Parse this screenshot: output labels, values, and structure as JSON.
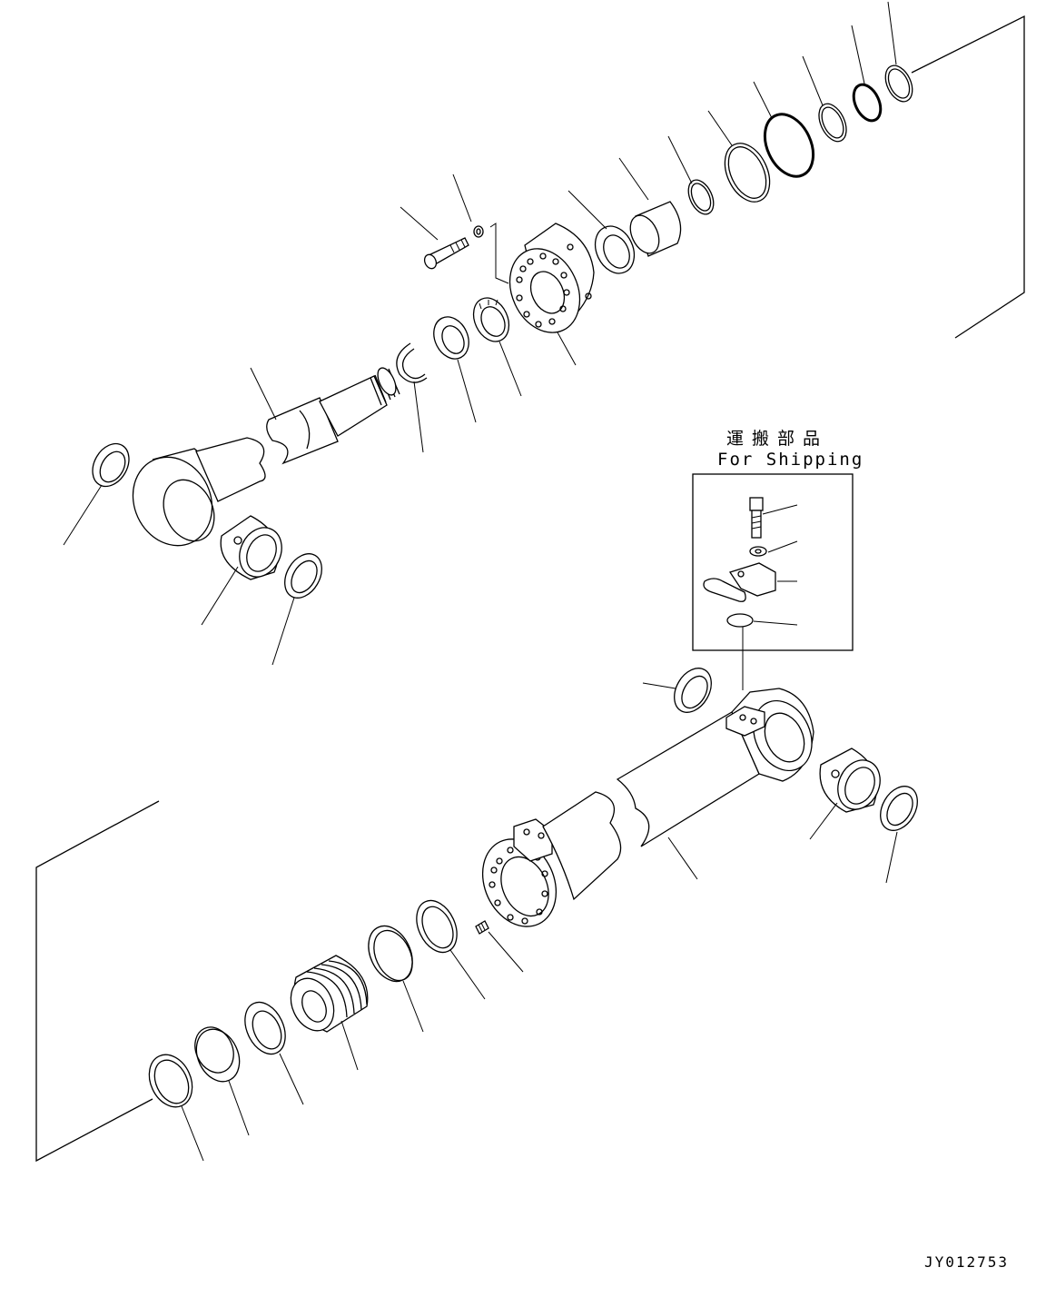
{
  "shipping_box": {
    "title_jp": "運搬部品",
    "title_en": "For Shipping"
  },
  "drawing_number": "JY012753"
}
